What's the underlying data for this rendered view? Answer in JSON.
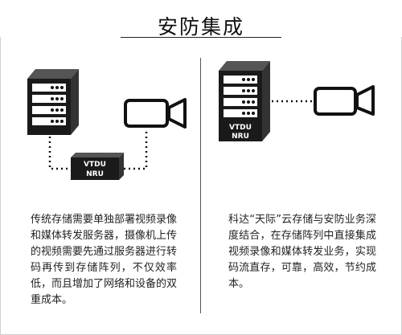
{
  "title": "安防集成",
  "left": {
    "gateway_label_1": "VTDU",
    "gateway_label_2": "NRU",
    "description": "传统存储需要单独部署视频录像和媒体转发服务器，摄像机上传的视频需要先通过服务器进行转码再传到存储阵列，不仅效率低，而且增加了网络和设备的双重成本。"
  },
  "right": {
    "server_label_1": "VTDU",
    "server_label_2": "NRU",
    "description": "科达“天际”云存储与安防业务深度结合，在存储阵列中直接集成视频录像和媒体转发业务，实现码流直存，可靠，高效，节约成本。"
  }
}
